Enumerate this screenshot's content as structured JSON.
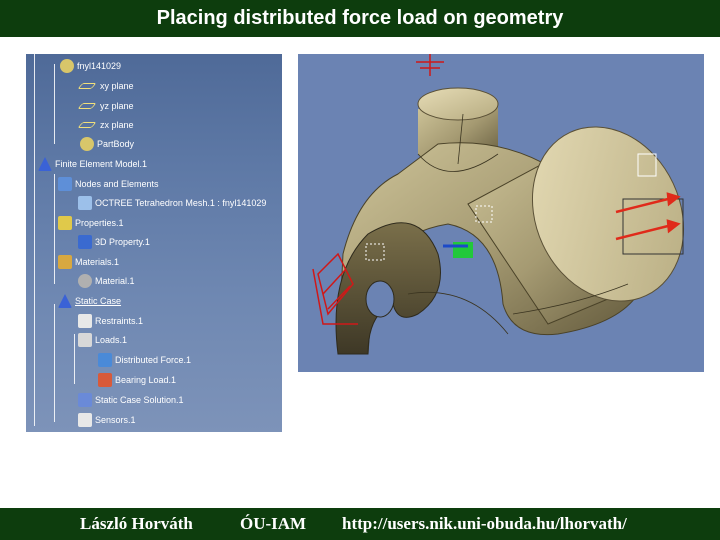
{
  "header": {
    "title": "Placing distributed force load on geometry"
  },
  "tree": {
    "part": "fnyl141029",
    "planes": [
      "xy plane",
      "yz plane",
      "zx plane"
    ],
    "part_body": "PartBody",
    "fem": "Finite Element Model.1",
    "nodes_elements": "Nodes and Elements",
    "mesh": "OCTREE Tetrahedron Mesh.1 : fnyl141029",
    "properties": "Properties.1",
    "property_3d": "3D Property.1",
    "materials": "Materials.1",
    "material": "Material.1",
    "static_case": "Static Case",
    "restraints": "Restraints.1",
    "loads": "Loads.1",
    "distributed_force": "Distributed Force.1",
    "bearing_load": "Bearing Load.1",
    "solution": "Static Case Solution.1",
    "sensors": "Sensors.1"
  },
  "colors": {
    "banner": "#0d3d0d",
    "tree_bg": "#5e79a6",
    "viewport_bg": "#6b83b3",
    "part": "#a59a72",
    "force": "#e02a1a",
    "restraint": "#d01818"
  },
  "footer": {
    "author": "László Horváth",
    "institute": "ÓU-IAM",
    "url": "http://users.nik.uni-obuda.hu/lhorvath/"
  }
}
